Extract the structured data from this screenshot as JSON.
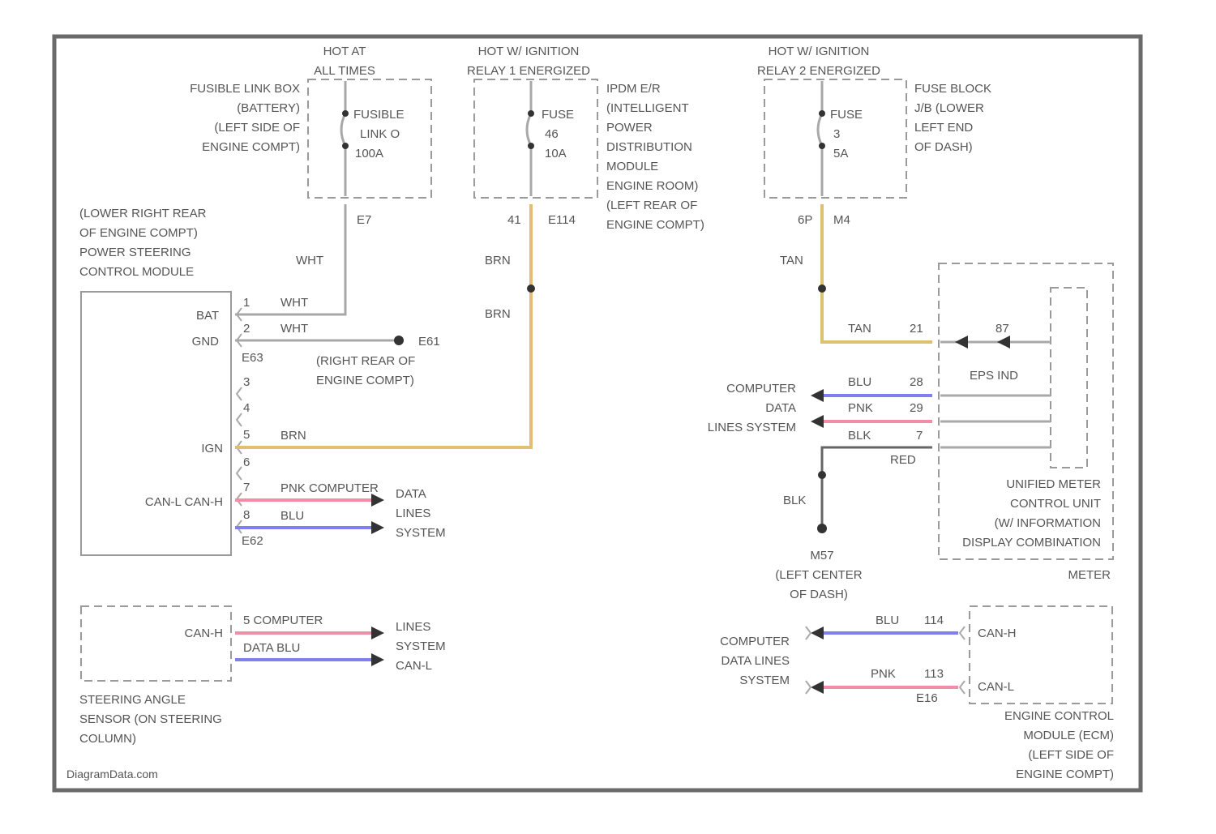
{
  "header": {
    "hot_at_all_times": [
      "HOT AT",
      "ALL TIMES"
    ],
    "hot_relay1": [
      "HOT W/ IGNITION",
      "RELAY 1 ENERGIZED"
    ],
    "hot_relay2": [
      "HOT W/ IGNITION",
      "RELAY 2 ENERGIZED"
    ]
  },
  "fusible_link_box": {
    "location": [
      "FUSIBLE LINK BOX",
      "(BATTERY)",
      "(LEFT SIDE OF",
      "ENGINE COMPT)"
    ],
    "fuse": [
      "FUSIBLE",
      "LINK O",
      "100A"
    ],
    "connector": "E7"
  },
  "ipdm": {
    "location": [
      "IPDM E/R",
      "(INTELLIGENT",
      "POWER",
      "DISTRIBUTION",
      "MODULE",
      "ENGINE ROOM)",
      "(LEFT REAR OF",
      "ENGINE COMPT)"
    ],
    "fuse": [
      "FUSE",
      "46",
      "10A"
    ],
    "pin": "41",
    "connector": "E114"
  },
  "fuse_block": {
    "location": [
      "FUSE BLOCK",
      "J/B (LOWER",
      "LEFT END",
      "OF DASH)"
    ],
    "fuse": [
      "FUSE",
      "3",
      "5A"
    ],
    "pin": "6P",
    "connector": "M4"
  },
  "eps_module": {
    "location": [
      "(LOWER RIGHT REAR",
      "OF ENGINE COMPT)",
      "POWER STEERING",
      "CONTROL MODULE"
    ],
    "pins": [
      "1",
      "2",
      "3",
      "4",
      "5",
      "6",
      "7",
      "8"
    ],
    "labels": {
      "bat": "BAT",
      "gnd": "GND",
      "ign": "IGN",
      "can": "CAN-L CAN-H"
    },
    "connector_top": "E63",
    "connector_bottom": "E62"
  },
  "wires": {
    "wht": "WHT",
    "brn": "BRN",
    "tan": "TAN",
    "blu": "BLU",
    "pnk": "PNK",
    "blk": "BLK",
    "red": "RED"
  },
  "ground_e61": {
    "name": "E61",
    "location": [
      "(RIGHT REAR OF",
      "ENGINE COMPT)"
    ]
  },
  "can_eps": {
    "line1": "PNK COMPUTER",
    "side": [
      "DATA",
      "LINES",
      "SYSTEM"
    ]
  },
  "meter": {
    "pins": [
      "21",
      "28",
      "29",
      "7"
    ],
    "inner_pin": "87",
    "eps_ind": "EPS IND",
    "location": [
      "UNIFIED METER",
      "CONTROL UNIT",
      "(W/ INFORMATION",
      "DISPLAY COMBINATION",
      "METER"
    ]
  },
  "computer_data_meter": [
    "COMPUTER",
    "DATA",
    "LINES SYSTEM"
  ],
  "ground_m57": {
    "name": "M57",
    "location": [
      "(LEFT CENTER",
      "OF DASH)"
    ]
  },
  "steering_sensor": {
    "can_h": "CAN-H",
    "can_l": "CAN-L",
    "wire_pnk": "5 COMPUTER",
    "wire_blu": "DATA BLU",
    "side": [
      "LINES",
      "SYSTEM",
      "CAN-L"
    ],
    "location": [
      "STEERING ANGLE",
      "SENSOR (ON STEERING",
      "COLUMN)"
    ]
  },
  "ecm": {
    "can_h": "CAN-H",
    "can_l": "CAN-L",
    "pin_h": "114",
    "pin_l": "113",
    "connector": "E16",
    "location": [
      "ENGINE CONTROL",
      "MODULE (ECM)",
      "(LEFT SIDE OF",
      "ENGINE COMPT)"
    ]
  },
  "computer_data_ecm": [
    "COMPUTER",
    "DATA LINES",
    "SYSTEM"
  ],
  "watermark": "DiagramData.com",
  "colors": {
    "wht": "#a8a8a8",
    "brn": "#e0c070",
    "tan": "#e0c070",
    "blu": "#7f7ff0",
    "pnk": "#ef8ea6",
    "blk": "#666666"
  }
}
